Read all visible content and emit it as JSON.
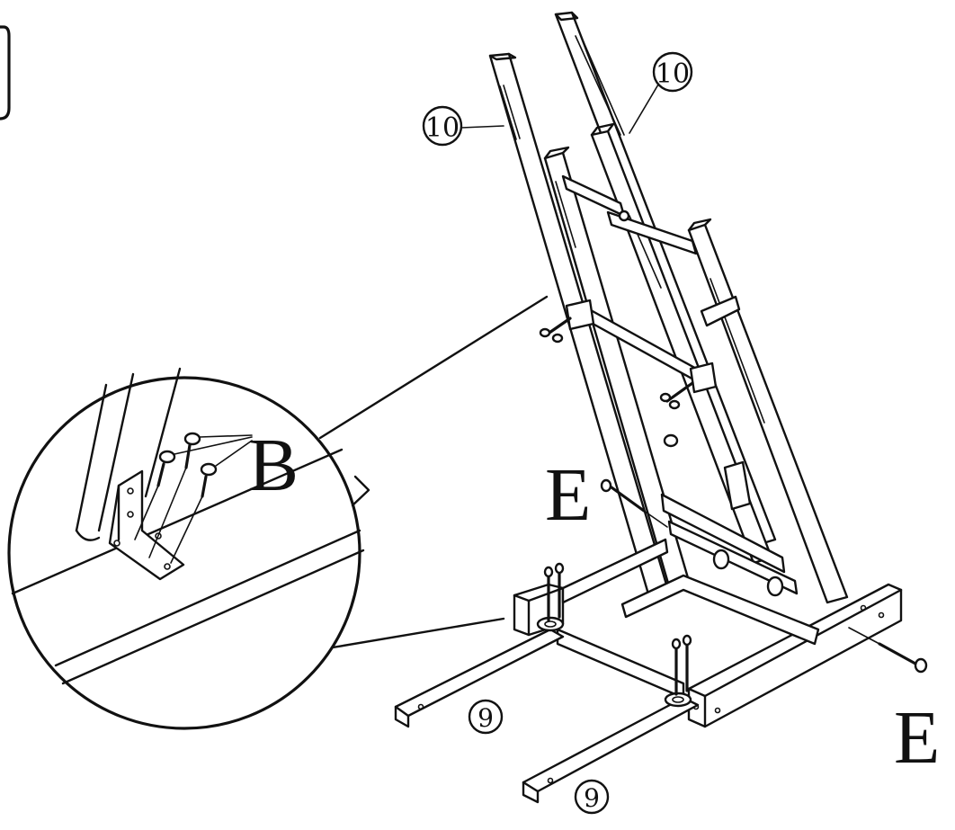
{
  "callouts": {
    "upright_left": "10",
    "upright_right": "10",
    "leg_left": "9",
    "leg_right": "9"
  },
  "hardware": {
    "bolt_detail": "B",
    "pin_left": "E",
    "pin_right": "E"
  },
  "colors": {
    "ink": "#111111",
    "paper": "#ffffff"
  }
}
